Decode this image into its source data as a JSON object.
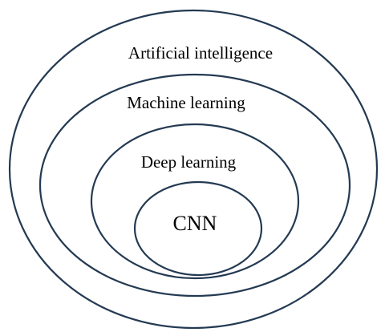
{
  "diagram": {
    "type": "nested-sets",
    "stroke_color": "#243a52",
    "layers": [
      {
        "label": "Artificial intelligence"
      },
      {
        "label": "Machine learning"
      },
      {
        "label": "Deep learning"
      },
      {
        "label": "CNN"
      }
    ]
  }
}
